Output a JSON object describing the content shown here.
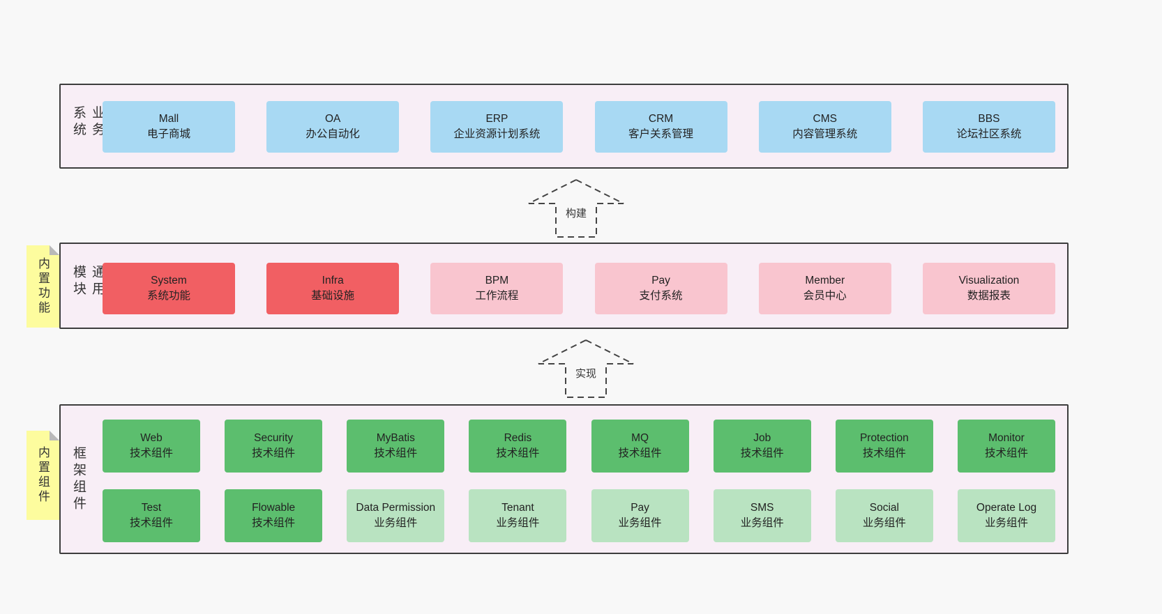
{
  "colors": {
    "page_bg": "#f8f8f8",
    "band_bg": "#f8eef6",
    "band_border": "#3d3d3d",
    "blue_box": "#a8d9f3",
    "red_box": "#f15f63",
    "pink_box": "#f9c5cf",
    "green_dark_box": "#5cbe6e",
    "green_light_box": "#b9e3c1",
    "sticky_yellow": "#fdfc9e"
  },
  "arrows": [
    {
      "label": "构建"
    },
    {
      "label": "实现"
    }
  ],
  "bands": [
    {
      "label": "业务系统",
      "boxes": [
        {
          "title": "Mall",
          "subtitle": "电子商城"
        },
        {
          "title": "OA",
          "subtitle": "办公自动化"
        },
        {
          "title": "ERP",
          "subtitle": "企业资源计划系统"
        },
        {
          "title": "CRM",
          "subtitle": "客户关系管理"
        },
        {
          "title": "CMS",
          "subtitle": "内容管理系统"
        },
        {
          "title": "BBS",
          "subtitle": "论坛社区系统"
        }
      ]
    },
    {
      "label": "通用模块",
      "sticky": "内置功能",
      "boxes": [
        {
          "title": "System",
          "subtitle": "系统功能"
        },
        {
          "title": "Infra",
          "subtitle": "基础设施"
        },
        {
          "title": "BPM",
          "subtitle": "工作流程"
        },
        {
          "title": "Pay",
          "subtitle": "支付系统"
        },
        {
          "title": "Member",
          "subtitle": "会员中心"
        },
        {
          "title": "Visualization",
          "subtitle": "数据报表"
        }
      ]
    },
    {
      "label": "框架组件",
      "sticky": "内置组件",
      "rows": [
        [
          {
            "title": "Web",
            "subtitle": "技术组件"
          },
          {
            "title": "Security",
            "subtitle": "技术组件"
          },
          {
            "title": "MyBatis",
            "subtitle": "技术组件"
          },
          {
            "title": "Redis",
            "subtitle": "技术组件"
          },
          {
            "title": "MQ",
            "subtitle": "技术组件"
          },
          {
            "title": "Job",
            "subtitle": "技术组件"
          },
          {
            "title": "Protection",
            "subtitle": "技术组件"
          },
          {
            "title": "Monitor",
            "subtitle": "技术组件"
          }
        ],
        [
          {
            "title": "Test",
            "subtitle": "技术组件"
          },
          {
            "title": "Flowable",
            "subtitle": "技术组件"
          },
          {
            "title": "Data Permission",
            "subtitle": "业务组件"
          },
          {
            "title": "Tenant",
            "subtitle": "业务组件"
          },
          {
            "title": "Pay",
            "subtitle": "业务组件"
          },
          {
            "title": "SMS",
            "subtitle": "业务组件"
          },
          {
            "title": "Social",
            "subtitle": "业务组件"
          },
          {
            "title": "Operate Log",
            "subtitle": "业务组件"
          }
        ]
      ]
    }
  ]
}
